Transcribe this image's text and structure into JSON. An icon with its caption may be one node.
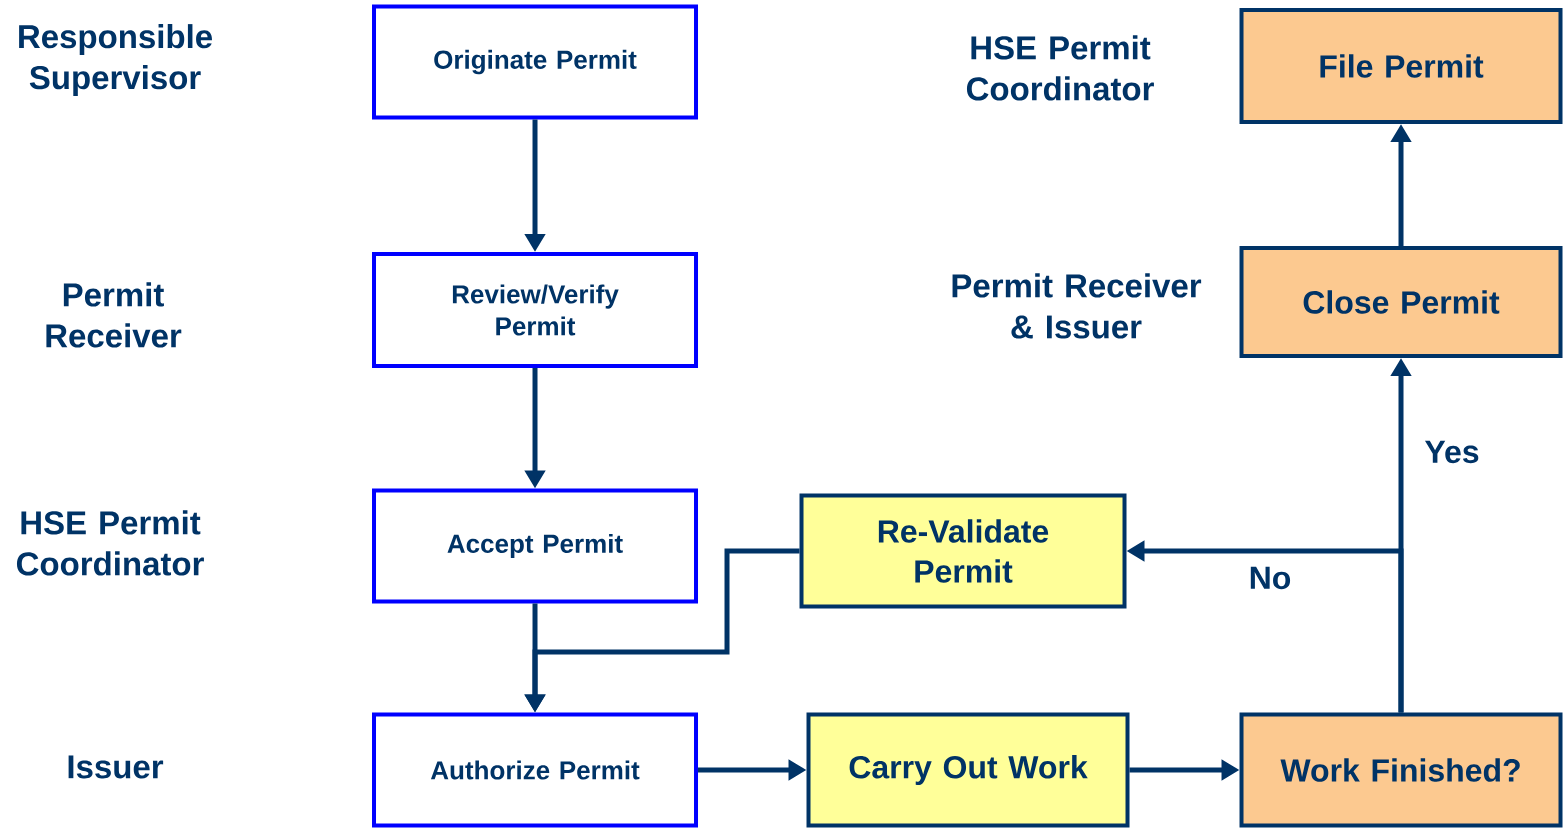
{
  "diagram": {
    "nodes": [
      {
        "text": [
          "Originate Permit"
        ]
      },
      {
        "text": [
          "Review/Verify Permit"
        ]
      },
      {
        "text": [
          "Accept Permit"
        ]
      },
      {
        "text": [
          "Authorize Permit"
        ]
      },
      {
        "text": [
          "Re-Validate Permit"
        ]
      },
      {
        "text": [
          "Carry Out Work"
        ]
      },
      {
        "text": [
          "Work Finished?"
        ]
      },
      {
        "text": [
          "Close Permit"
        ]
      },
      {
        "text": [
          "File Permit"
        ]
      }
    ],
    "edges": [
      {
        "from": 0,
        "to": 1,
        "arrow": "to"
      },
      {
        "from": 1,
        "to": 2,
        "arrow": "to"
      },
      {
        "from": 2,
        "to": 3,
        "arrow": "to"
      },
      {
        "from": 4,
        "to": 3,
        "arrow": "to"
      },
      {
        "from": 3,
        "to": 5,
        "arrow": "to"
      },
      {
        "from": 5,
        "to": 6,
        "arrow": "to"
      },
      {
        "from": 6,
        "to": 7,
        "arrow": "to",
        "label": "Yes"
      },
      {
        "from": 6,
        "to": 4,
        "arrow": "to",
        "label": "No"
      },
      {
        "from": 7,
        "to": 8,
        "arrow": "to"
      }
    ],
    "labels": [
      "Responsible Supervisor",
      "HSE Permit Coordinator",
      "Permit Receiver",
      "Permit Receiver & Issuer",
      "HSE Permit Coordinator",
      "Issuer"
    ]
  }
}
